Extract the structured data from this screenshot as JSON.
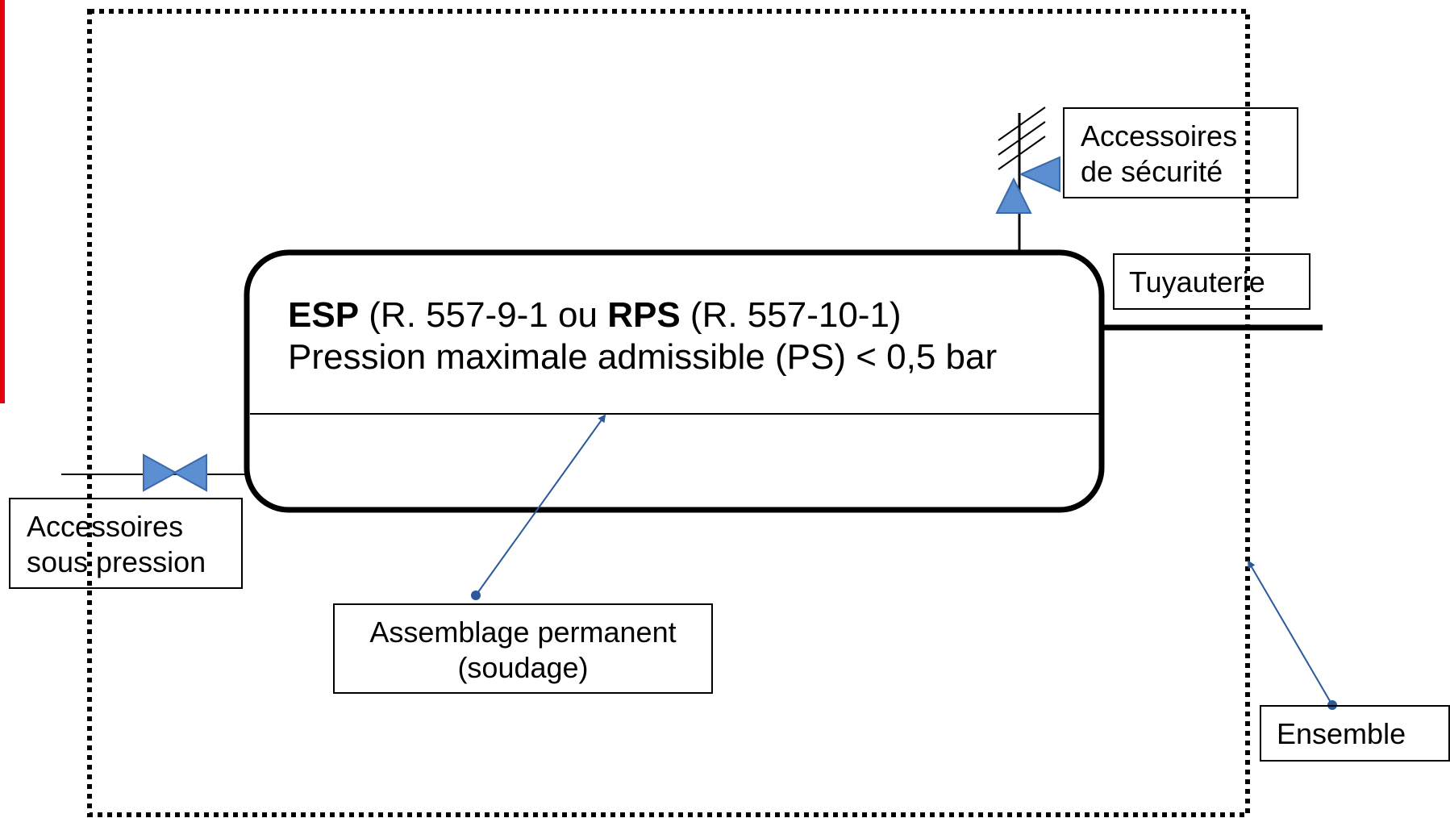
{
  "vessel": {
    "line1": {
      "esp": "ESP",
      "esp_ref": " (R. 557-9-1 ou ",
      "rps": "RPS",
      "rps_ref": " (R. 557-10-1)"
    },
    "line2": "Pression maximale admissible (PS) < 0,5 bar"
  },
  "labels": {
    "securite": {
      "line1": "Accessoires",
      "line2": "de sécurité"
    },
    "tuyauterie": "Tuyauterie",
    "pression": {
      "line1": "Accessoires",
      "line2": "sous pression"
    },
    "assemblage": {
      "line1": "Assemblage permanent",
      "line2": "(soudage)"
    },
    "ensemble": "Ensemble"
  },
  "colors": {
    "accent_red": "#e3000f",
    "valve_fill": "#5b8fd1",
    "valve_stroke": "#3a6aa8",
    "arrow": "#2a5a9a"
  }
}
